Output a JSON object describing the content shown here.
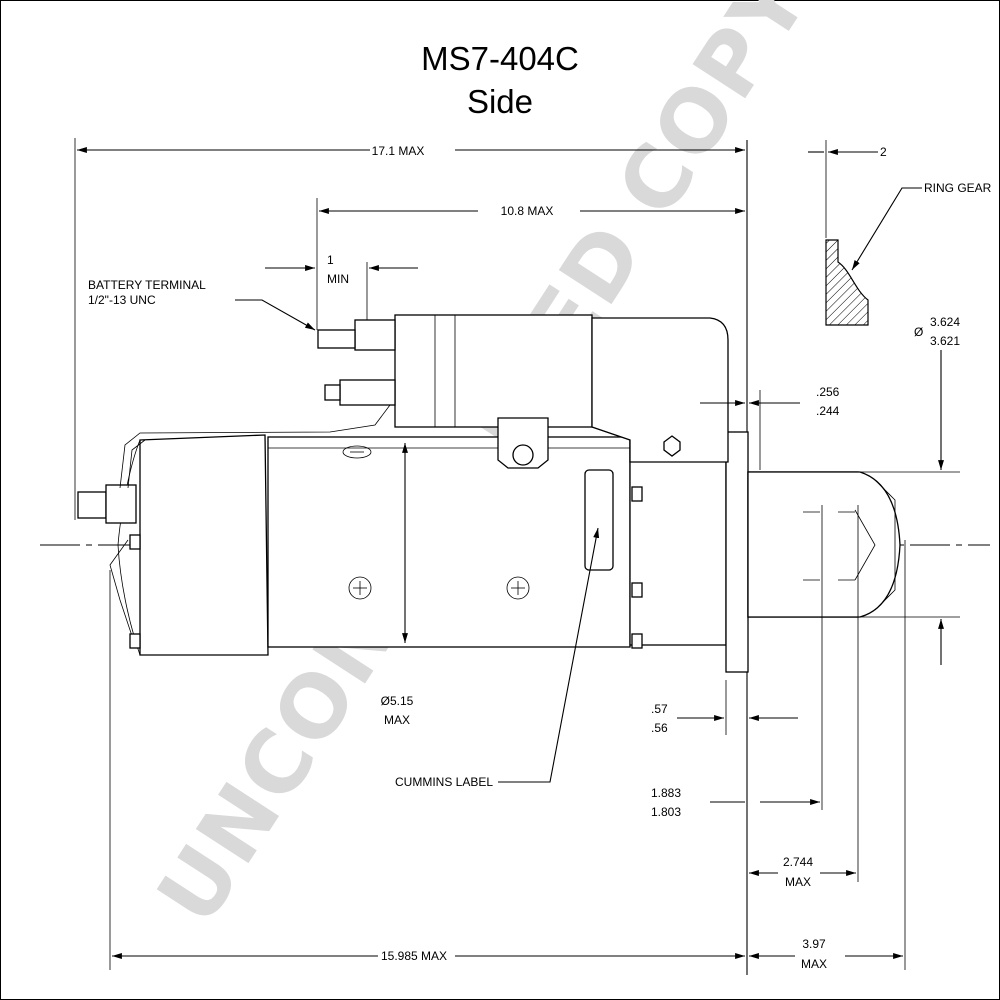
{
  "title": {
    "line1": "MS7-404C",
    "line2": "Side"
  },
  "watermark": "UNCONTROLLED COPY",
  "dimensions": {
    "overall_length": "17.1 MAX",
    "solenoid_length": "10.8   MAX",
    "terminal_gap_value": "1",
    "terminal_gap_unit": "MIN",
    "ring_gear_offset": "2",
    "pilot_dia_symbol": "Ø",
    "pilot_dia_max": "3.624",
    "pilot_dia_min": "3.621",
    "flange_thick_max": ".256",
    "flange_thick_min": ".244",
    "body_dia_value": "Ø5.15",
    "body_dia_unit": "MAX",
    "flange_gap_max": ".57",
    "flange_gap_min": ".56",
    "pinion_pos_max": "1.883",
    "pinion_pos_min": "1.803",
    "pinion_ext_value": "2.744",
    "pinion_ext_unit": "MAX",
    "body_length": "15.985 MAX",
    "nose_length_value": "3.97",
    "nose_length_unit": "MAX"
  },
  "callouts": {
    "battery_terminal_line1": "BATTERY TERMINAL",
    "battery_terminal_line2": "1/2\"-13 UNC",
    "ring_gear": "RING GEAR",
    "cummins_label": "CUMMINS LABEL"
  }
}
